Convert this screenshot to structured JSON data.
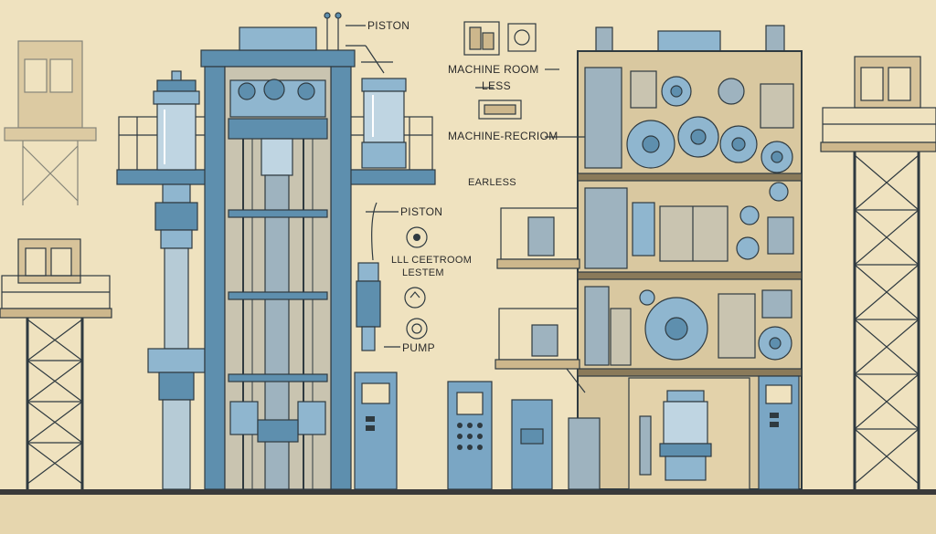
{
  "labels": {
    "piston_top": "PISTON",
    "machine_room_less_1": "MACHINE ROOM",
    "machine_room_less_2": "LESS",
    "machine_recriom": "MACHINE-RECRIOM",
    "gearless": "EARLESS",
    "piston_mid": "PISTON",
    "cell_eetroom_1": "LLL CEETROOM",
    "cell_eetroom_2": "LESTEM",
    "pump": "PUMP"
  },
  "colors": {
    "background": "#efe2bf",
    "steel_blue": "#5e8fae",
    "light_blue": "#8fb6cf",
    "dark_frame": "#2f3a40",
    "panel_tan": "#d9c8a0",
    "ground": "#3a3a3a"
  }
}
